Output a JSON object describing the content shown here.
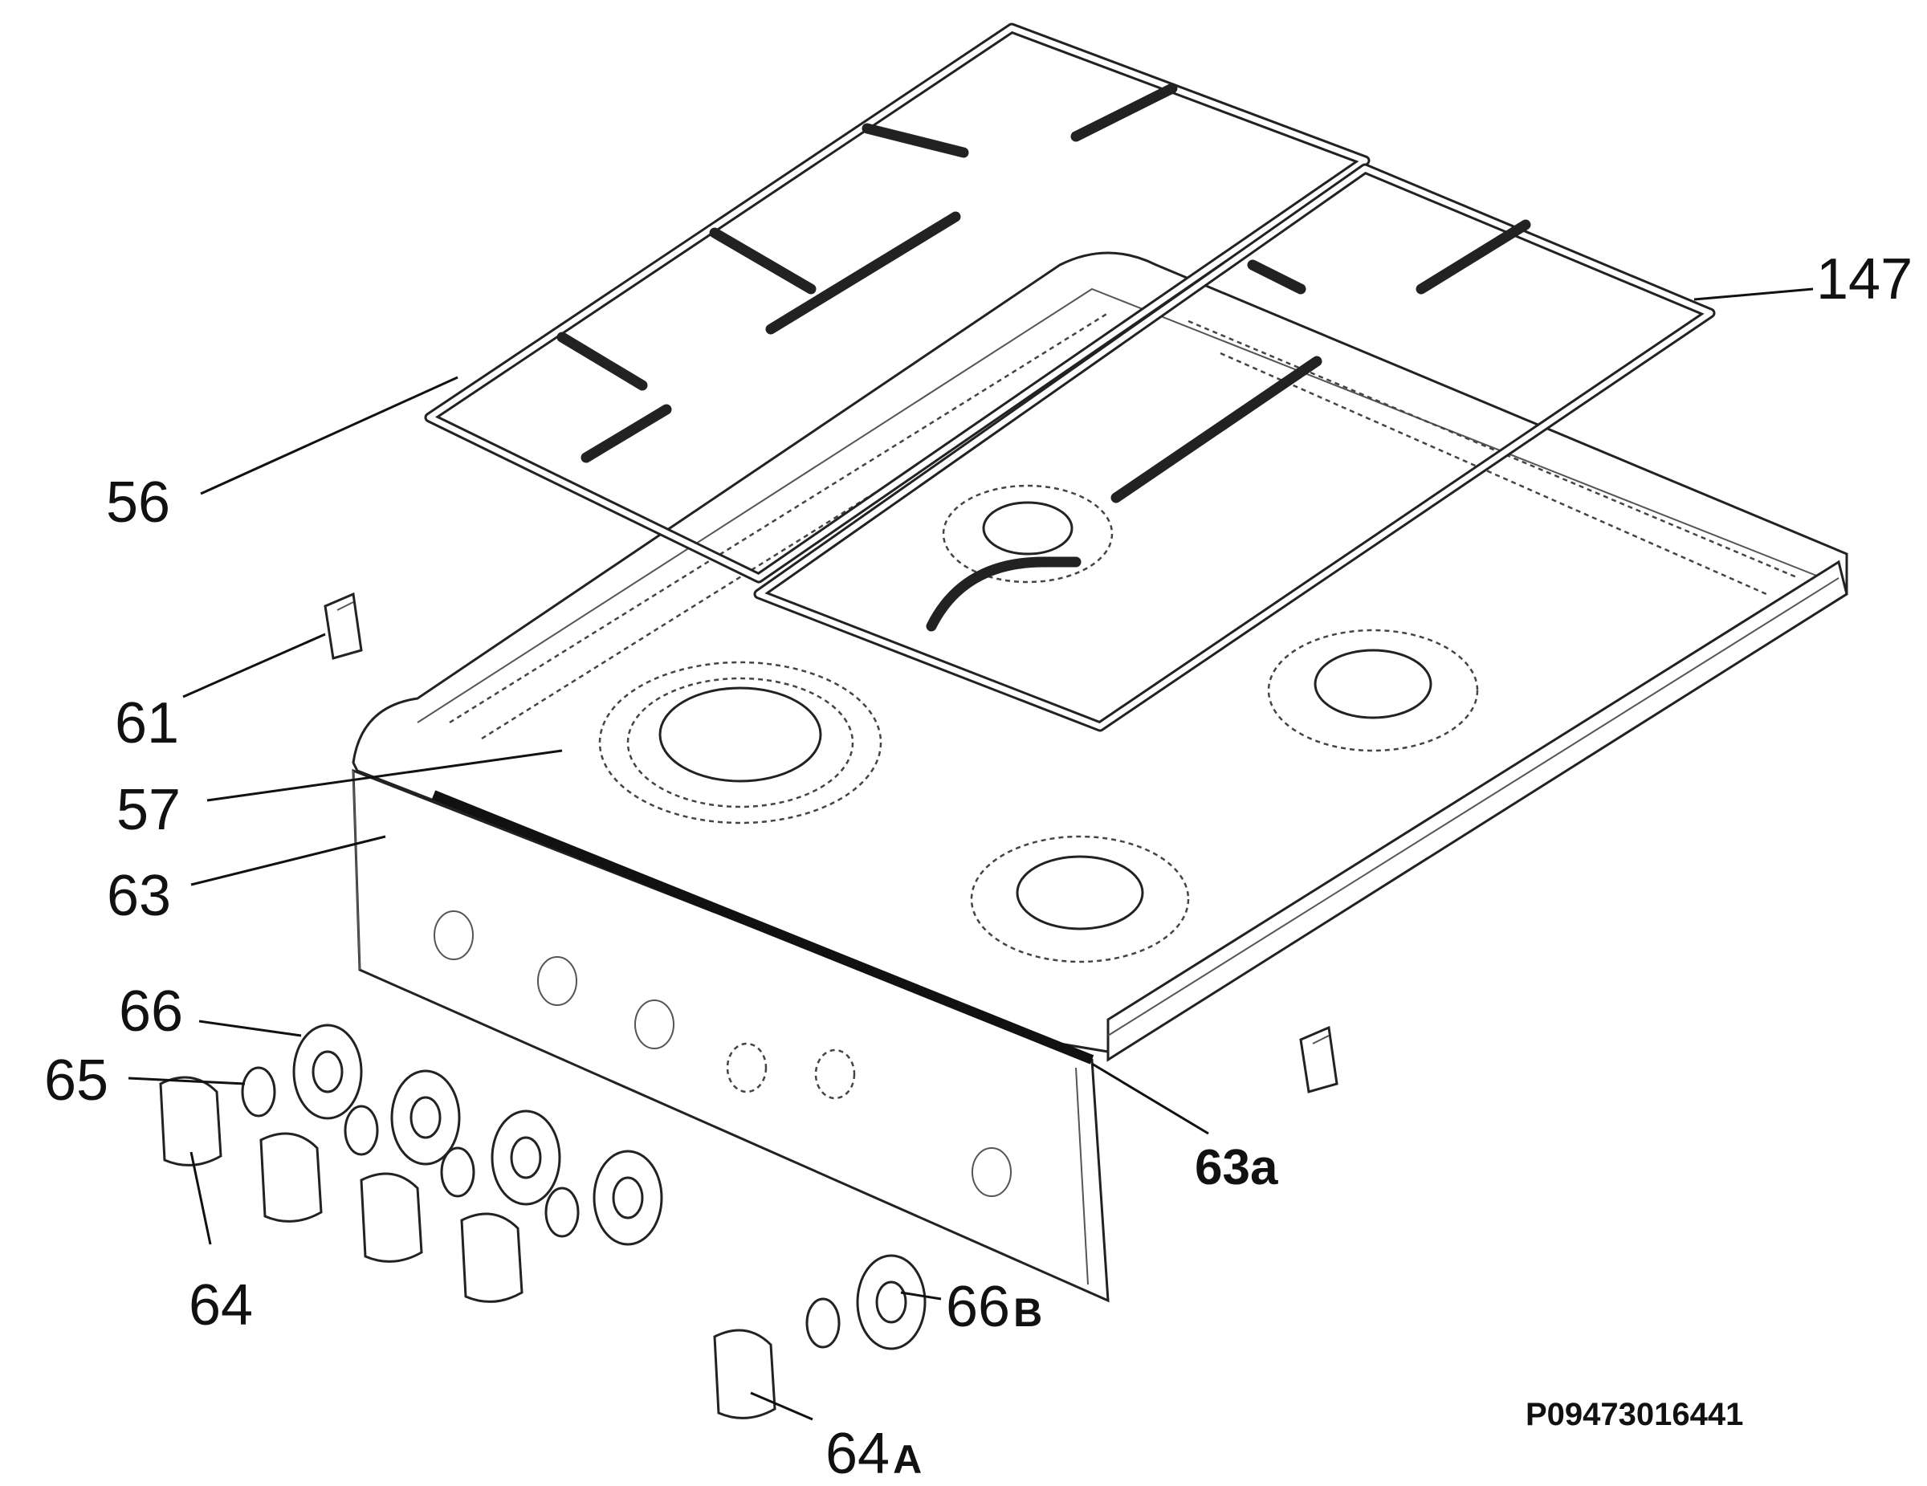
{
  "diagram": {
    "labels": {
      "l56": "56",
      "l147": "147",
      "l61": "61",
      "l57": "57",
      "l63": "63",
      "l66": "66",
      "l65": "65",
      "l64": "64",
      "l63a": "63a",
      "l66B_num": "66",
      "l66B_suffix": "B",
      "l64A_num": "64",
      "l64A_suffix": "A"
    },
    "reference_code": "P09473016441"
  }
}
